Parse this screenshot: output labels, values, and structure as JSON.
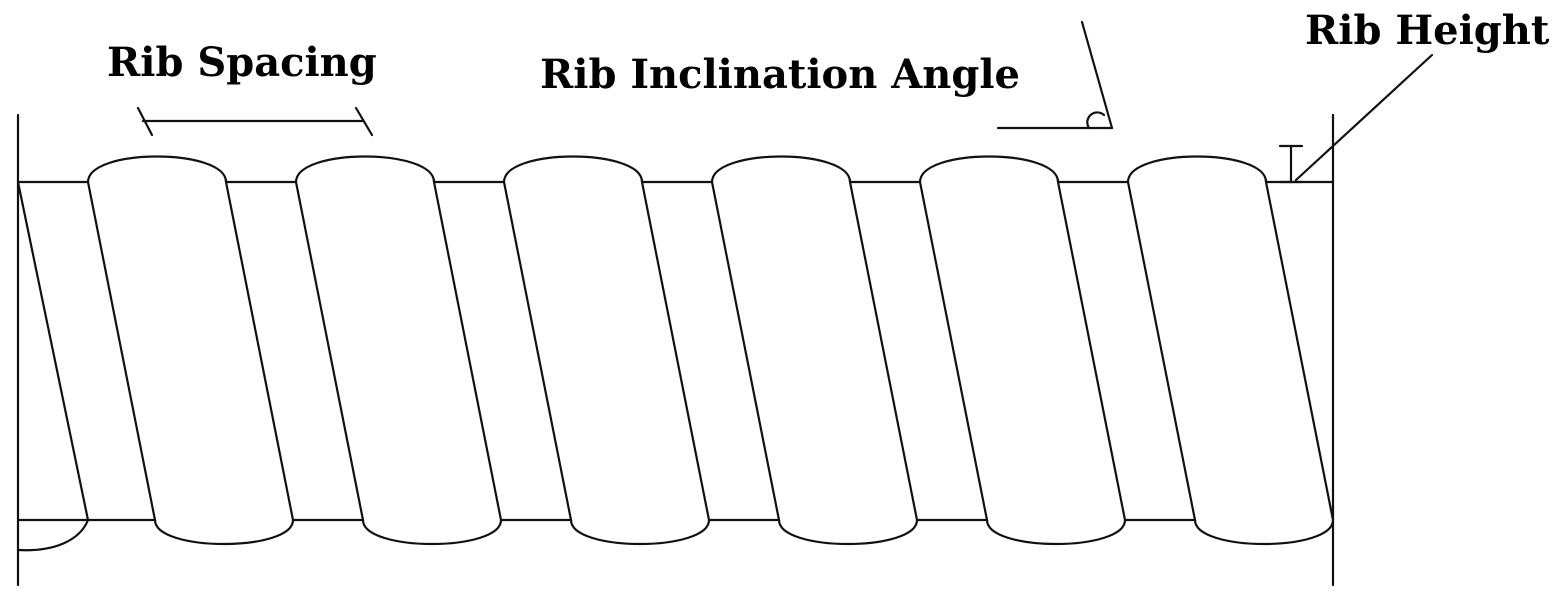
{
  "labels": {
    "rib_spacing": "Rib Spacing",
    "rib_inclination_angle": "Rib Inclination Angle",
    "rib_height": "Rib Height"
  },
  "ribs": {
    "count": 6
  },
  "colors": {
    "line": "#111111",
    "background": "#ffffff"
  }
}
